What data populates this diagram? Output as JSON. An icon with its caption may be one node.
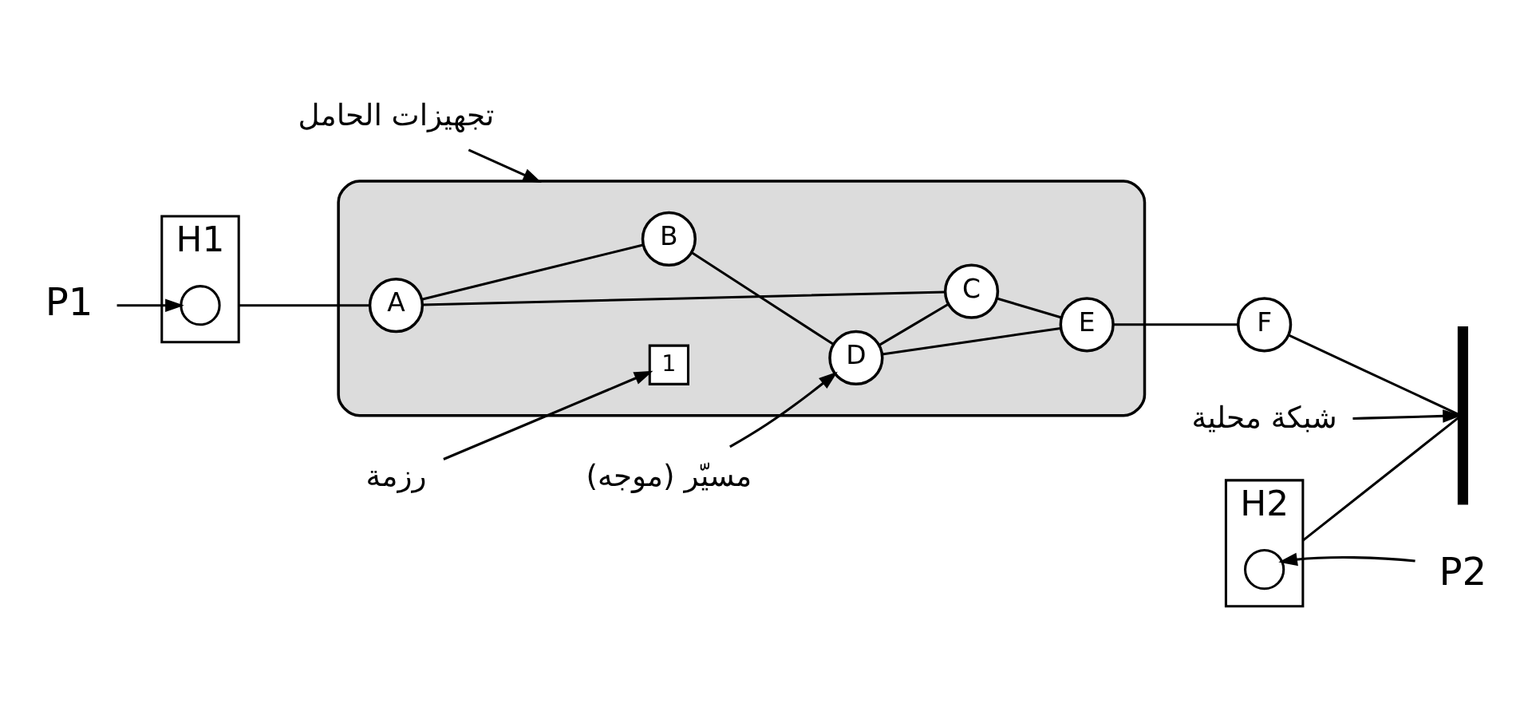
{
  "diagram": {
    "nodes": [
      {
        "text": [
          "تجهيزات الحامل"
        ]
      },
      {
        "text": [
          "مسيّر (موجه)"
        ]
      },
      {
        "text": [],
        "shape": "ellipse"
      },
      {
        "text": [
          "B"
        ],
        "in": 2
      },
      {
        "text": [
          "D"
        ],
        "in": 2
      },
      {
        "text": [
          "H1"
        ]
      },
      {
        "text": [],
        "shape": "circle",
        "in": 5
      },
      {
        "text": [
          "A"
        ],
        "in": 2
      },
      {
        "text": [
          "E"
        ],
        "in": 2
      },
      {
        "text": [
          "F"
        ]
      },
      {
        "text": [
          "H2"
        ]
      },
      {
        "text": [],
        "shape": "circle",
        "in": 10
      },
      {
        "text": [
          "P2"
        ]
      },
      {
        "text": [
          "1"
        ],
        "in": 2
      },
      {
        "text": [
          "C"
        ],
        "in": 2
      },
      {
        "text": [],
        "shape": "bar"
      },
      {
        "text": [
          "P1"
        ]
      },
      {
        "text": [
          "رزمة"
        ]
      },
      {
        "text": [
          "شبكة محلية"
        ]
      }
    ],
    "edges": [
      {
        "from": 0,
        "to": 2,
        "arrow": "to"
      },
      {
        "from": 1,
        "to": 4,
        "arrow": "to"
      },
      {
        "from": 5,
        "to": 7,
        "arrow": "none"
      },
      {
        "from": 7,
        "to": 3,
        "arrow": "none"
      },
      {
        "from": 3,
        "to": 4,
        "arrow": "none"
      },
      {
        "from": 7,
        "to": 14,
        "arrow": "none"
      },
      {
        "from": 4,
        "to": 14,
        "arrow": "none"
      },
      {
        "from": 4,
        "to": 8,
        "arrow": "none"
      },
      {
        "from": 14,
        "to": 8,
        "arrow": "none"
      },
      {
        "from": 8,
        "to": 9,
        "arrow": "none"
      },
      {
        "from": 9,
        "to": 15,
        "arrow": "none"
      },
      {
        "from": 10,
        "to": 15,
        "arrow": "none"
      },
      {
        "from": 12,
        "to": 11,
        "arrow": "to"
      },
      {
        "from": 16,
        "to": 6,
        "arrow": "to"
      },
      {
        "from": 17,
        "to": 13,
        "arrow": "to"
      },
      {
        "from": 18,
        "to": 15,
        "arrow": "to"
      }
    ]
  }
}
